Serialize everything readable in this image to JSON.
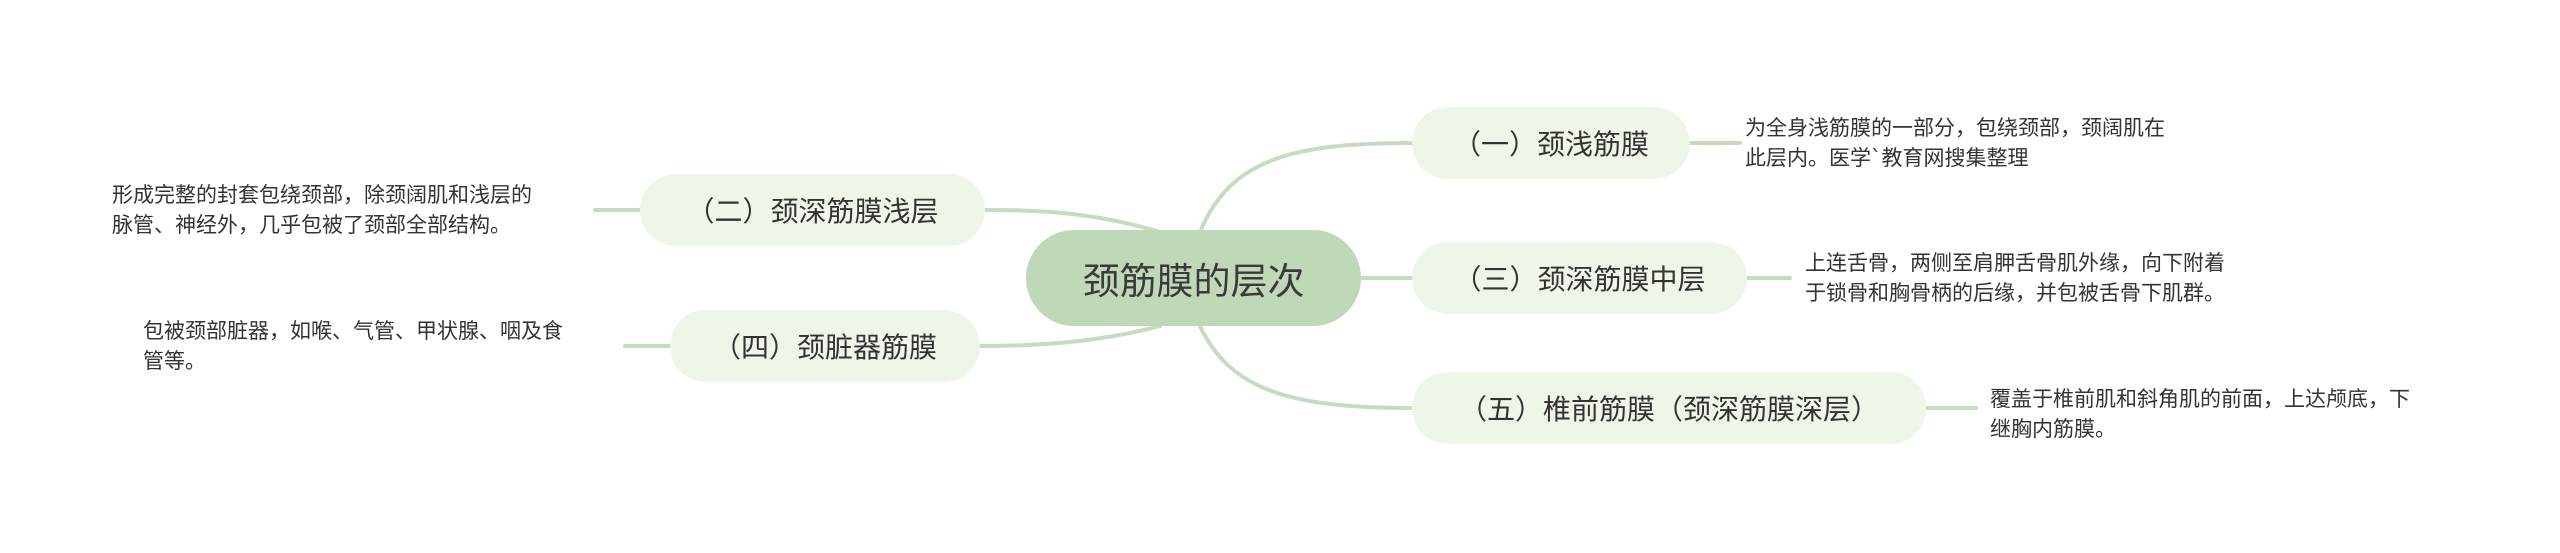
{
  "root": {
    "label": "颈筋膜的层次"
  },
  "branches": [
    {
      "label": "（一）颈浅筋膜",
      "desc_lines": [
        "为全身浅筋膜的一部分，包绕颈部，颈阔肌在",
        "此层内。医学`教育网搜集整理"
      ]
    },
    {
      "label": "（二）颈深筋膜浅层",
      "desc_lines": [
        "形成完整的封套包绕颈部，除颈阔肌和浅层的",
        "脉管、神经外，几乎包被了颈部全部结构。"
      ]
    },
    {
      "label": "（三）颈深筋膜中层",
      "desc_lines": [
        "上连舌骨，两侧至肩胛舌骨肌外缘，向下附着",
        "于锁骨和胸骨柄的后缘，并包被舌骨下肌群。"
      ]
    },
    {
      "label": "（四）颈脏器筋膜",
      "desc_lines": [
        "包被颈部脏器，如喉、气管、甲状腺、咽及食",
        "管等。"
      ]
    },
    {
      "label": "（五）椎前筋膜（颈深筋膜深层）",
      "desc_lines": [
        "覆盖于椎前肌和斜角肌的前面，上达颅底，下",
        "继胸内筋膜。"
      ]
    }
  ],
  "colors": {
    "link": "#c5dcbf",
    "root_fill": "#bfd9b8",
    "branch_fill": "#eef5e9"
  }
}
